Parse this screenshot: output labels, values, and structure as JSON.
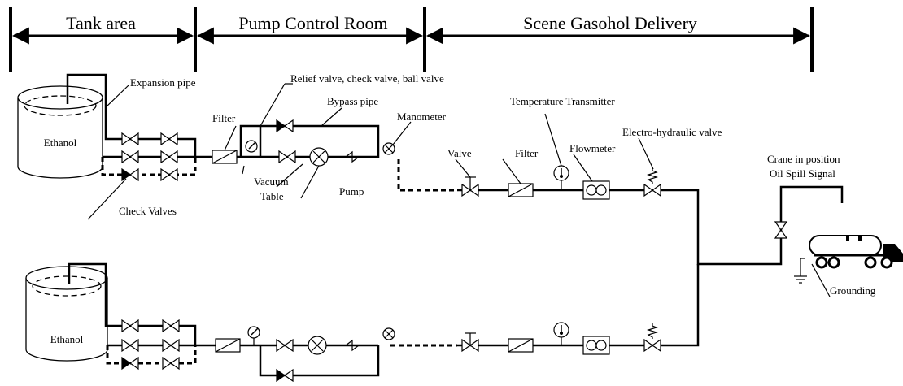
{
  "sections": {
    "tank_area": "Tank area",
    "pump_control_room": "Pump Control Room",
    "scene_delivery": "Scene Gasohol Delivery"
  },
  "labels": {
    "tank_top": "Ethanol",
    "tank_bottom": "Ethanol",
    "expansion_pipe": "Expansion pipe",
    "relief_valve": "Relief valve, check valve, ball valve",
    "bypass_pipe": "Bypass pipe",
    "filter_room": "Filter",
    "manometer": "Manometer",
    "temperature_transmitter": "Temperature Transmitter",
    "valve": "Valve",
    "filter_scene": "Filter",
    "flowmeter": "Flowmeter",
    "electro_hydraulic_valve": "Electro-hydraulic valve",
    "crane_in_position": "Crane in position",
    "oil_spill_signal": "Oil Spill Signal",
    "vacuum": "Vacuum",
    "table": "Table",
    "pump": "Pump",
    "check_valves": "Check Valves",
    "grounding": "Grounding"
  }
}
